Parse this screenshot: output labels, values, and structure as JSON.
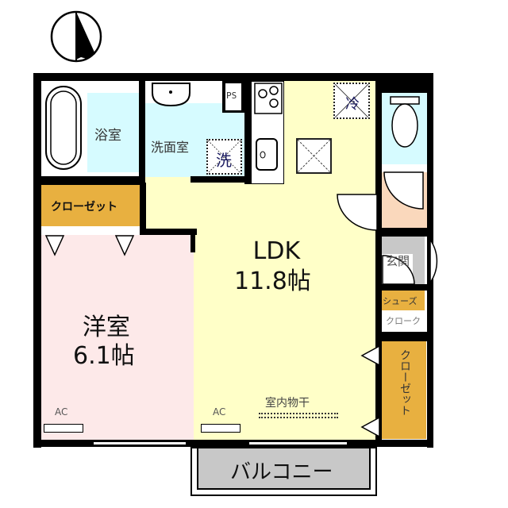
{
  "compass": {
    "icon": "north-arrow-icon",
    "direction": "N"
  },
  "rooms": {
    "bath": {
      "label": "浴室",
      "color": "#d6fbff"
    },
    "washroom": {
      "label": "洗面室",
      "color": "#d6fbff"
    },
    "ps": {
      "label": "PS"
    },
    "closet_top": {
      "label": "クローゼット",
      "color": "#e8b040"
    },
    "western": {
      "label": "洋室",
      "size": "6.1帖",
      "color": "#fde9e9"
    },
    "ldk": {
      "label": "LDK",
      "size": "11.8帖",
      "color": "#ffffc8"
    },
    "toilet": {
      "color": "#d6fbff"
    },
    "hall": {
      "color": "#fad8bc"
    },
    "entrance": {
      "label": "玄関",
      "color": "#c8c8c8"
    },
    "shoes_closet": {
      "label1": "シューズ",
      "label2": "クローク",
      "color": "#e8b040"
    },
    "closet_right": {
      "label": "クローゼット",
      "color": "#e8b040"
    },
    "balcony": {
      "label": "バルコニー",
      "color": "#c8c8c8"
    }
  },
  "fixtures": {
    "washer": "洗",
    "fridge": "冷",
    "ac_western": "AC",
    "ac_ldk": "AC",
    "indoor_drying": "室内物干"
  }
}
